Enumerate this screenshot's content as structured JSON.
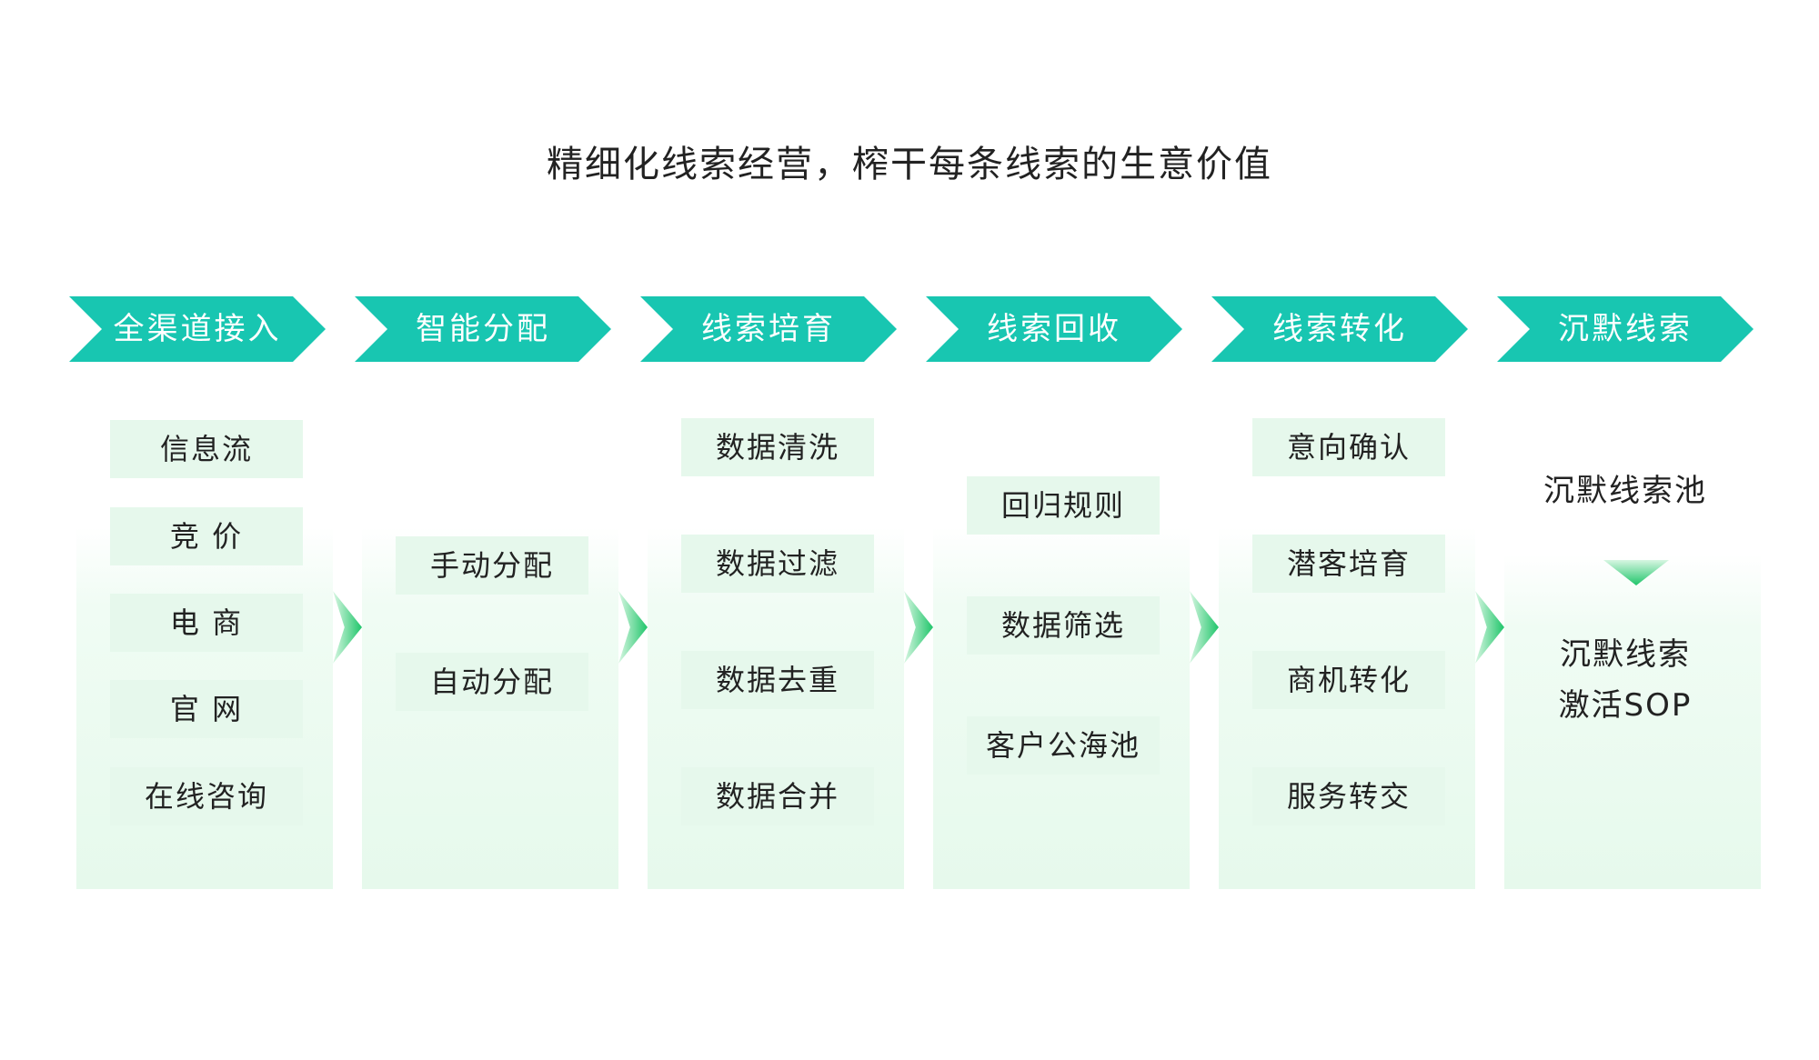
{
  "title": "精细化线索经营，榨干每条线索的生意价值",
  "stages": [
    {
      "label": "全渠道接入",
      "items": [
        "信息流",
        "竞 价",
        "电 商",
        "官 网",
        "在线咨询"
      ]
    },
    {
      "label": "智能分配",
      "items": [
        "手动分配",
        "自动分配"
      ]
    },
    {
      "label": "线索培育",
      "items": [
        "数据清洗",
        "数据过滤",
        "数据去重",
        "数据合并"
      ]
    },
    {
      "label": "线索回收",
      "items": [
        "回归规则",
        "数据筛选",
        "客户公海池"
      ]
    },
    {
      "label": "线索转化",
      "items": [
        "意向确认",
        "潜客培育",
        "商机转化",
        "服务转交"
      ]
    },
    {
      "label": "沉默线索",
      "top_text": "沉默线索池",
      "bottom_lines": [
        "沉默线索",
        "激活SOP"
      ]
    }
  ],
  "colors": {
    "chevron": "#18c6b1",
    "item_bg": "#e6f8ec",
    "arrow": "#1fc56a",
    "text": "#222222"
  }
}
